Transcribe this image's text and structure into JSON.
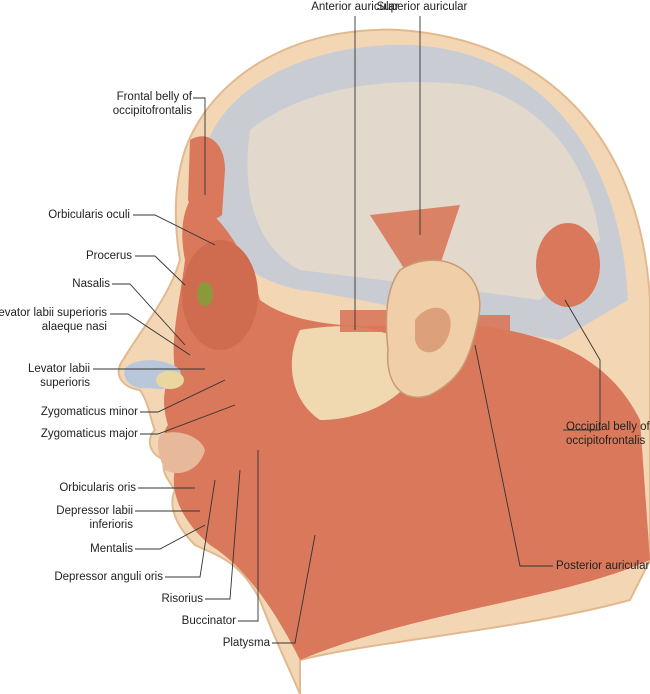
{
  "labels": {
    "anterior_auricular": "Anterior auricular",
    "superior_auricular": "Superior auricular",
    "frontal_belly_1": "Frontal belly of",
    "frontal_belly_2": "occipitofrontalis",
    "orbicularis_oculi": "Orbicularis oculi",
    "procerus": "Procerus",
    "nasalis": "Nasalis",
    "llsan_1": "Levator labii superioris",
    "llsan_2": "alaeque nasi",
    "lls_1": "Levator labii",
    "lls_2": "superioris",
    "zygomaticus_minor": "Zygomaticus minor",
    "zygomaticus_major": "Zygomaticus major",
    "orbicularis_oris": "Orbicularis oris",
    "dli_1": "Depressor labii",
    "dli_2": "inferioris",
    "mentalis": "Mentalis",
    "depressor_anguli_oris": "Depressor anguli oris",
    "risorius": "Risorius",
    "buccinator": "Buccinator",
    "platysma": "Platysma",
    "occipital_belly_1": "Occipital belly of",
    "occipital_belly_2": "occipitofrontalis",
    "posterior_auricular": "Posterior auricular"
  },
  "colors": {
    "muscle": "#d9785a",
    "skin": "#f3d7b4",
    "aponeurosis": "#c9ccd3",
    "outline": "#e2b98f"
  }
}
